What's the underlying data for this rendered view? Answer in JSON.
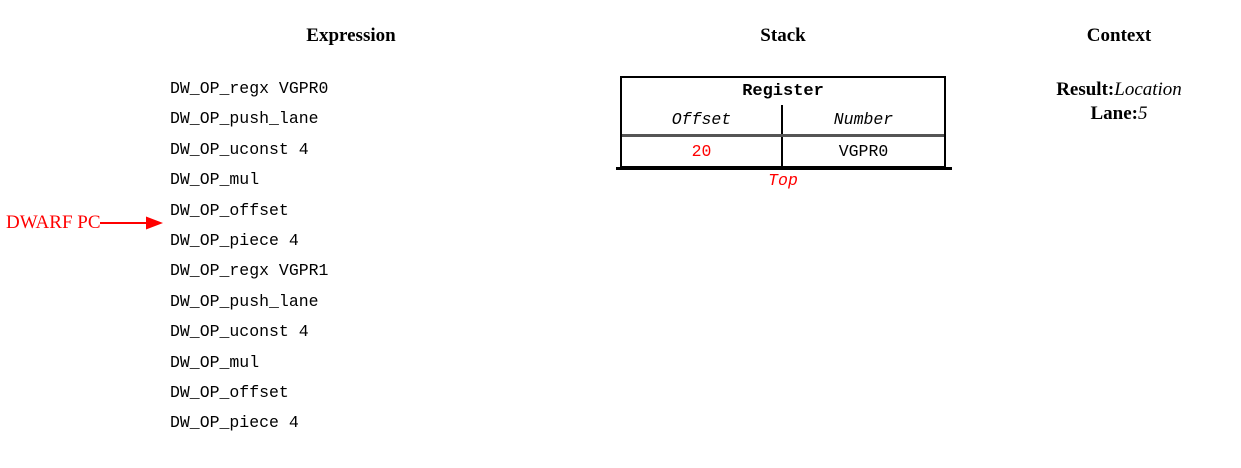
{
  "headers": {
    "expression": "Expression",
    "stack": "Stack",
    "context": "Context"
  },
  "expression": {
    "rows": [
      "DW_OP_regx VGPR0",
      "DW_OP_push_lane",
      "DW_OP_uconst 4",
      "DW_OP_mul",
      "DW_OP_offset",
      "DW_OP_piece 4",
      "DW_OP_regx VGPR1",
      "DW_OP_push_lane",
      "DW_OP_uconst 4",
      "DW_OP_mul",
      "DW_OP_offset",
      "DW_OP_piece 4"
    ],
    "pc_marker": {
      "label": "DWARF PC",
      "color": "#ff0000",
      "points_at_row_index": 5
    }
  },
  "stack": {
    "entry_title": "Register",
    "column_headers": {
      "offset": "Offset",
      "number": "Number"
    },
    "values": {
      "offset": "20",
      "number": "VGPR0"
    },
    "offset_color": "#ff0000",
    "top_label": "Top",
    "top_label_color": "#ff0000"
  },
  "context": {
    "lines": [
      {
        "key": "Result:",
        "value": "Location"
      },
      {
        "key": "Lane:",
        "value": "5"
      }
    ]
  }
}
